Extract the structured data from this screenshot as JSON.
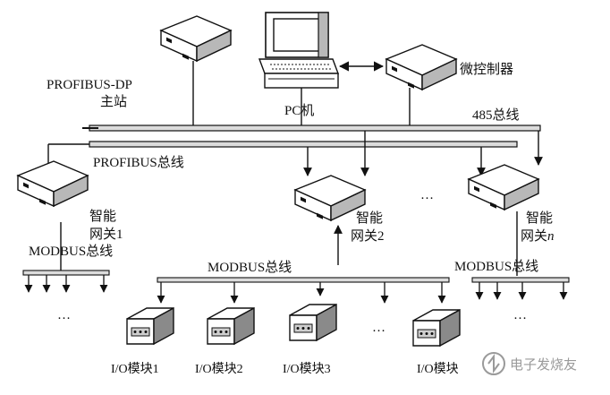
{
  "labels": {
    "pc": "PC机",
    "microcontroller": "微控制器",
    "profibus_dp_master_line1": "PROFIBUS-DP",
    "profibus_dp_master_line2": "主站",
    "bus_485": "485总线",
    "profibus_bus": "PROFIBUS总线",
    "gateway1_line1": "智能",
    "gateway1_line2": "网关1",
    "gateway2_line1": "智能",
    "gateway2_line2": "网关2",
    "gatewayn_line1": "智能",
    "gatewayn_line2": "网关",
    "gatewayn_suffix": "n",
    "modbus_left": "MODBUS总线",
    "modbus_center": "MODBUS总线",
    "modbus_right": "MODBUS总线",
    "io1": "I/O模块1",
    "io2": "I/O模块2",
    "io3": "I/O模块3",
    "io_last": "I/O模块",
    "ellipsis": "…",
    "watermark": "电子发烧友"
  },
  "icons": {
    "pc": "desktop-computer-icon",
    "device": "network-device-box-icon",
    "io": "io-module-box-icon"
  },
  "colors": {
    "line": "#111111",
    "bus_fill": "#dcdcdc",
    "device_face": "#ffffff",
    "device_side": "#b8b8b8",
    "watermark": "#9a9a9a"
  }
}
